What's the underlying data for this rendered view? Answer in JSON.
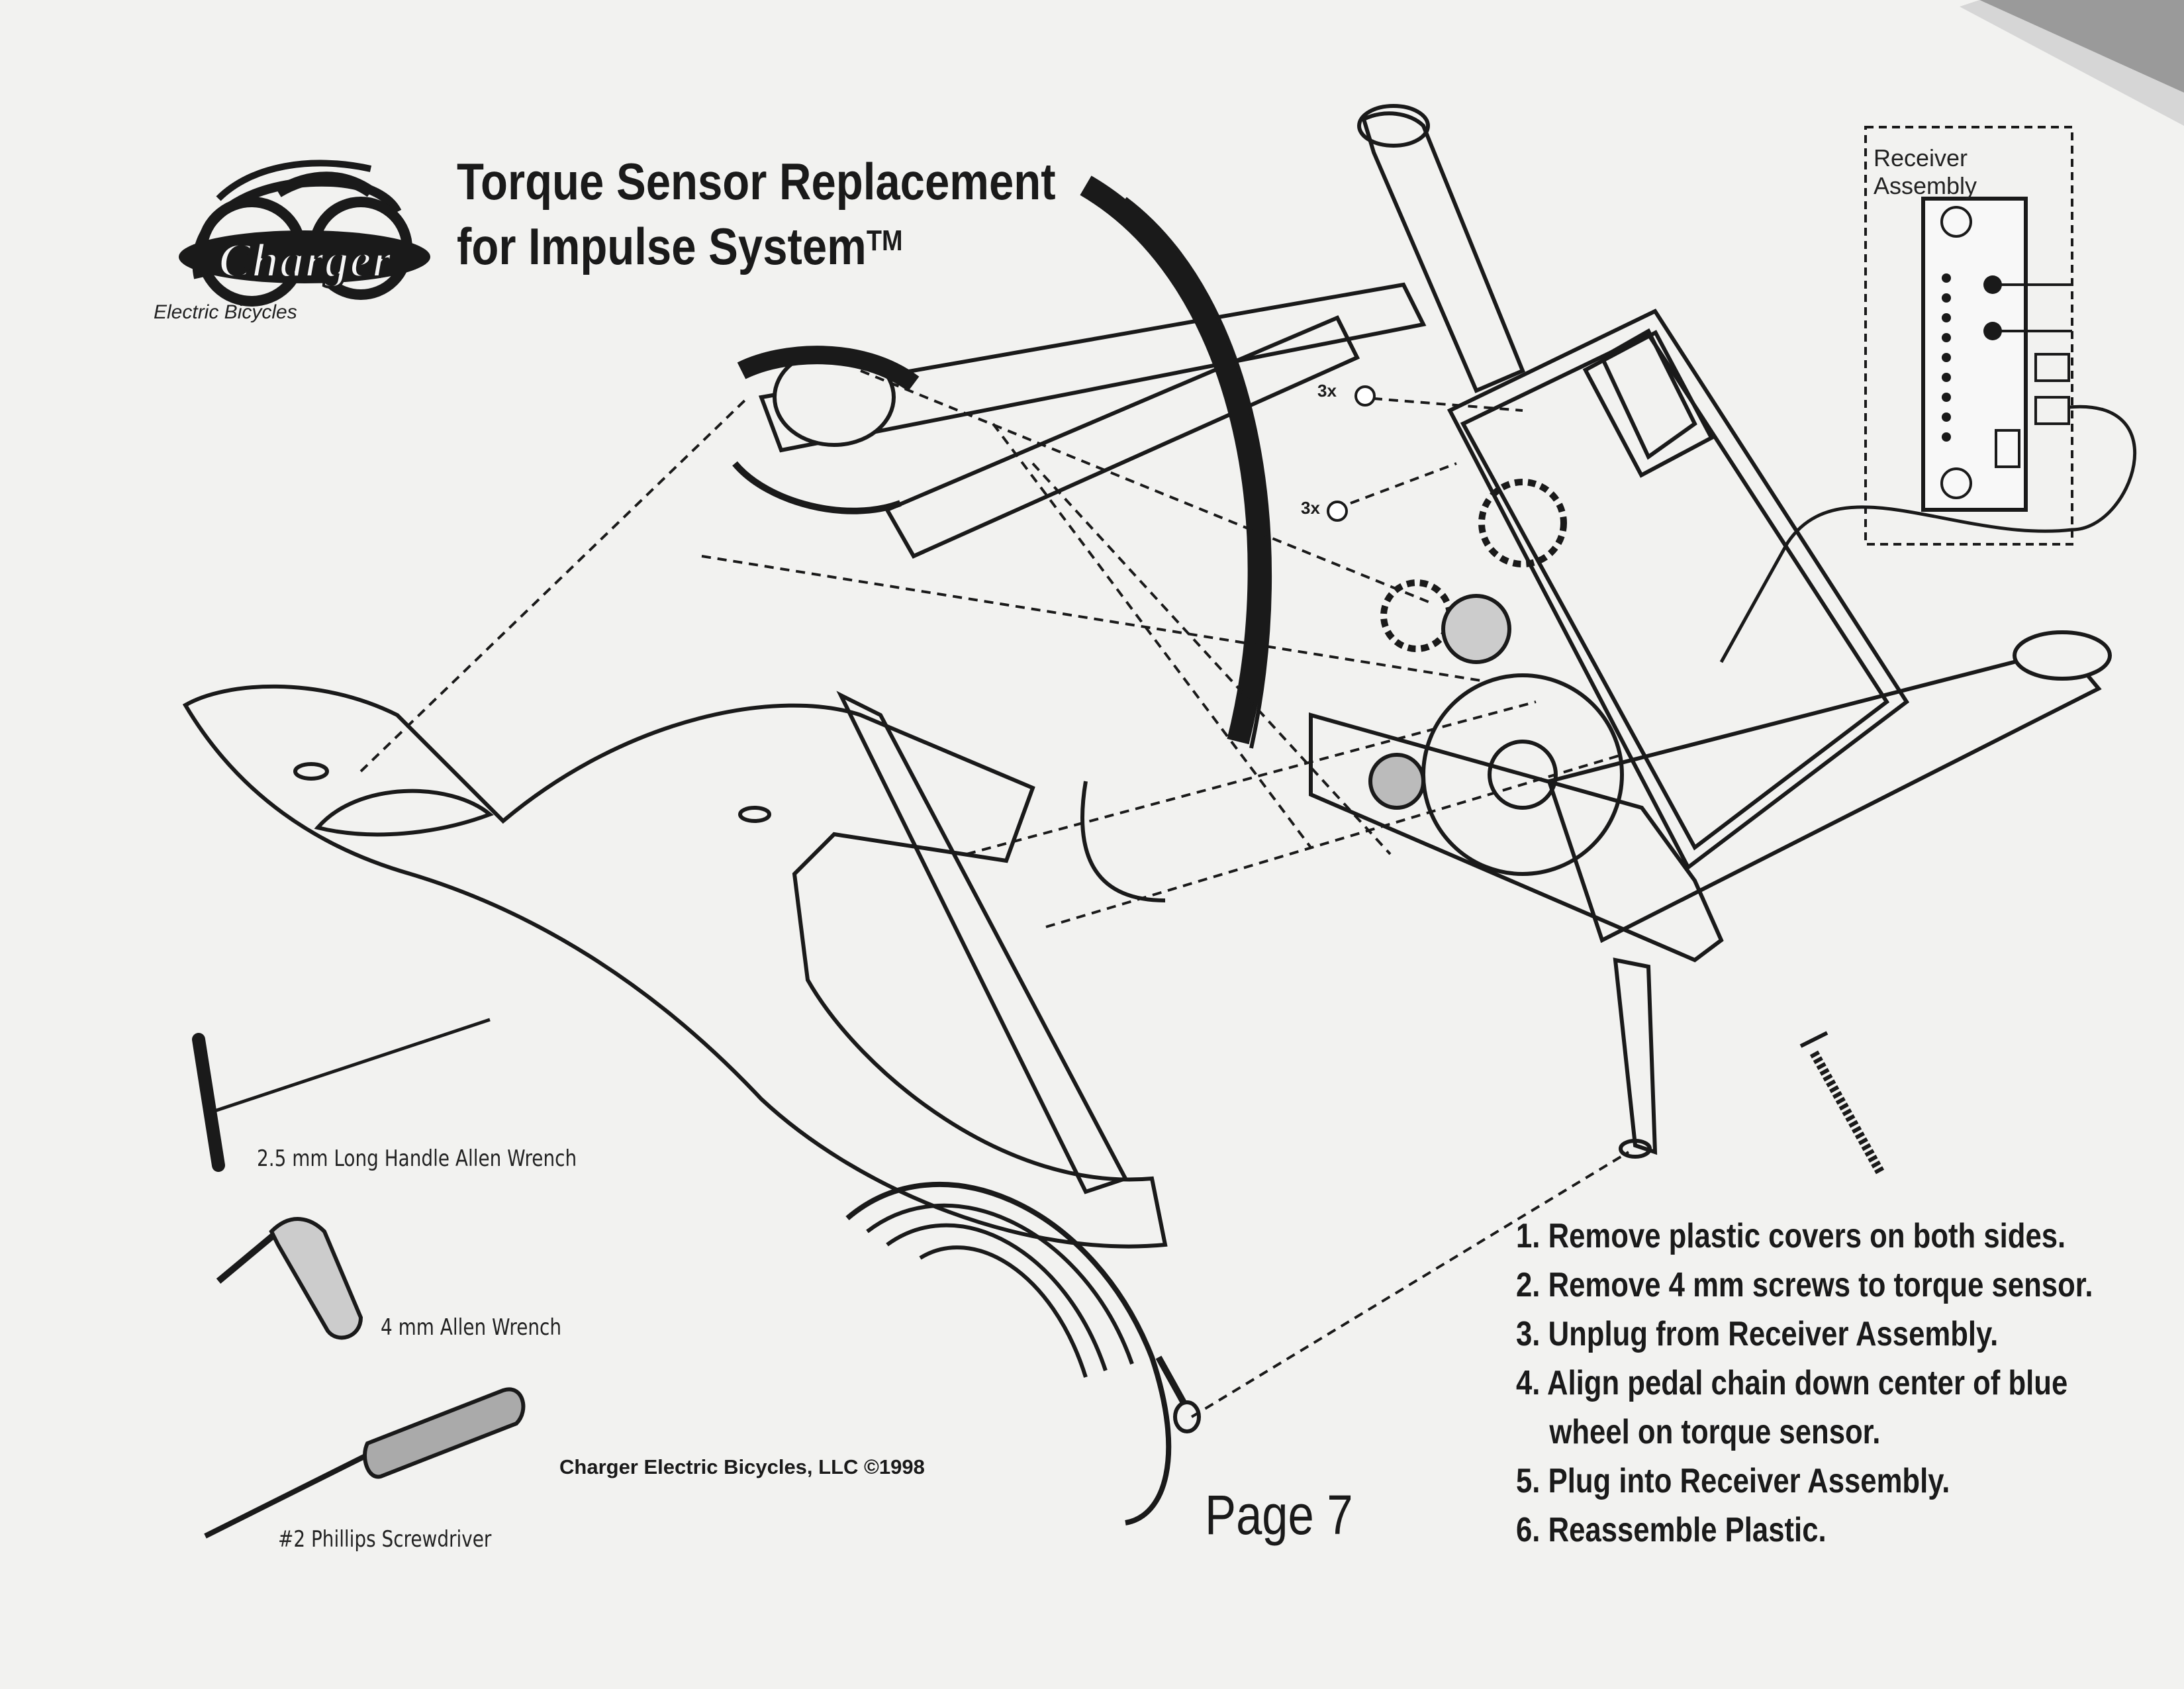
{
  "header": {
    "title_line1": "Torque Sensor Replacement",
    "title_line2": "for Impulse System",
    "trademark": "TM"
  },
  "logo": {
    "brand": "Charger",
    "tagline": "Electric Bicycles",
    "icon": "charger-cyclist-logo-icon"
  },
  "receiver": {
    "label": "Receiver\nAssembly"
  },
  "tools": [
    {
      "label": "2.5 mm Long Handle Allen Wrench",
      "icon": "t-handle-allen-wrench-icon"
    },
    {
      "label": "4 mm Allen Wrench",
      "icon": "allen-wrench-icon"
    },
    {
      "label": "#2 Phillips Screwdriver",
      "icon": "phillips-screwdriver-icon"
    }
  ],
  "steps": [
    "1. Remove plastic covers on both sides.",
    "2. Remove 4 mm screws to torque sensor.",
    "3. Unplug from Receiver Assembly.",
    "4. Align pedal chain down center of blue",
    "wheel on torque sensor.",
    "5. Plug into Receiver Assembly.",
    "6. Reassemble Plastic."
  ],
  "callouts": {
    "screws_a": "3x",
    "screws_b": "3x"
  },
  "footer": {
    "copyright": "Charger Electric Bicycles, LLC ©1998",
    "page": "Page 7"
  },
  "colors": {
    "paper": "#f2f2f0",
    "ink": "#1a1a1a"
  }
}
